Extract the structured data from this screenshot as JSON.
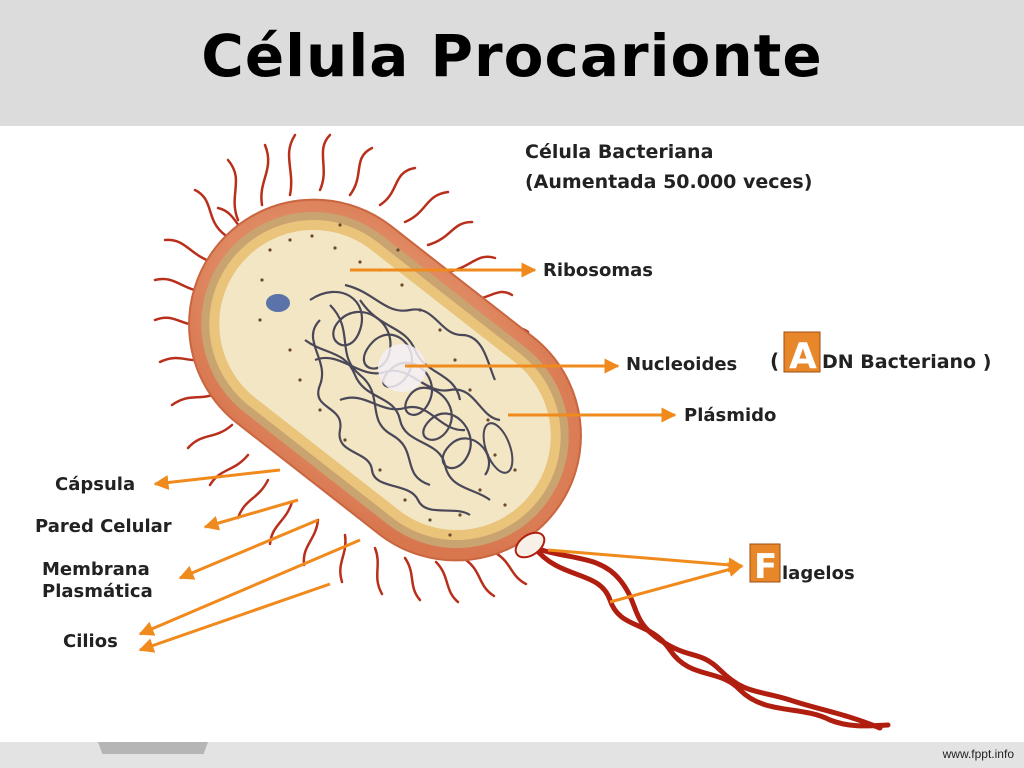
{
  "title": "Célula Procarionte",
  "caption": {
    "line1": "Célula Bacteriana",
    "line2": "(Aumentada 50.000 veces)"
  },
  "labels": {
    "ribosomas": "Ribosomas",
    "nucleoides": "Nucleoides",
    "adn_open_paren": "(",
    "adn_initial": "A",
    "adn_rest": "DN Bacteriano )",
    "plasmido": "Plásmido",
    "capsula": "Cápsula",
    "pared": "Pared Celular",
    "membrana_line1": "Membrana",
    "membrana_line2": "Plasmática",
    "cilios": "Cilios",
    "flagelos_initial": "F",
    "flagelos_rest": "lagelos"
  },
  "footer": {
    "url": "www.fppt.info"
  },
  "colors": {
    "header_bg": "#dcdcdc",
    "arrow": "#f08a1c",
    "capsule": "#e59a76",
    "cytoplasm": "#f2e6c4",
    "dna": "#4a4858",
    "cilia": "#b8301c",
    "flagellum": "#b01e10",
    "initial_box": "#e8862a"
  }
}
